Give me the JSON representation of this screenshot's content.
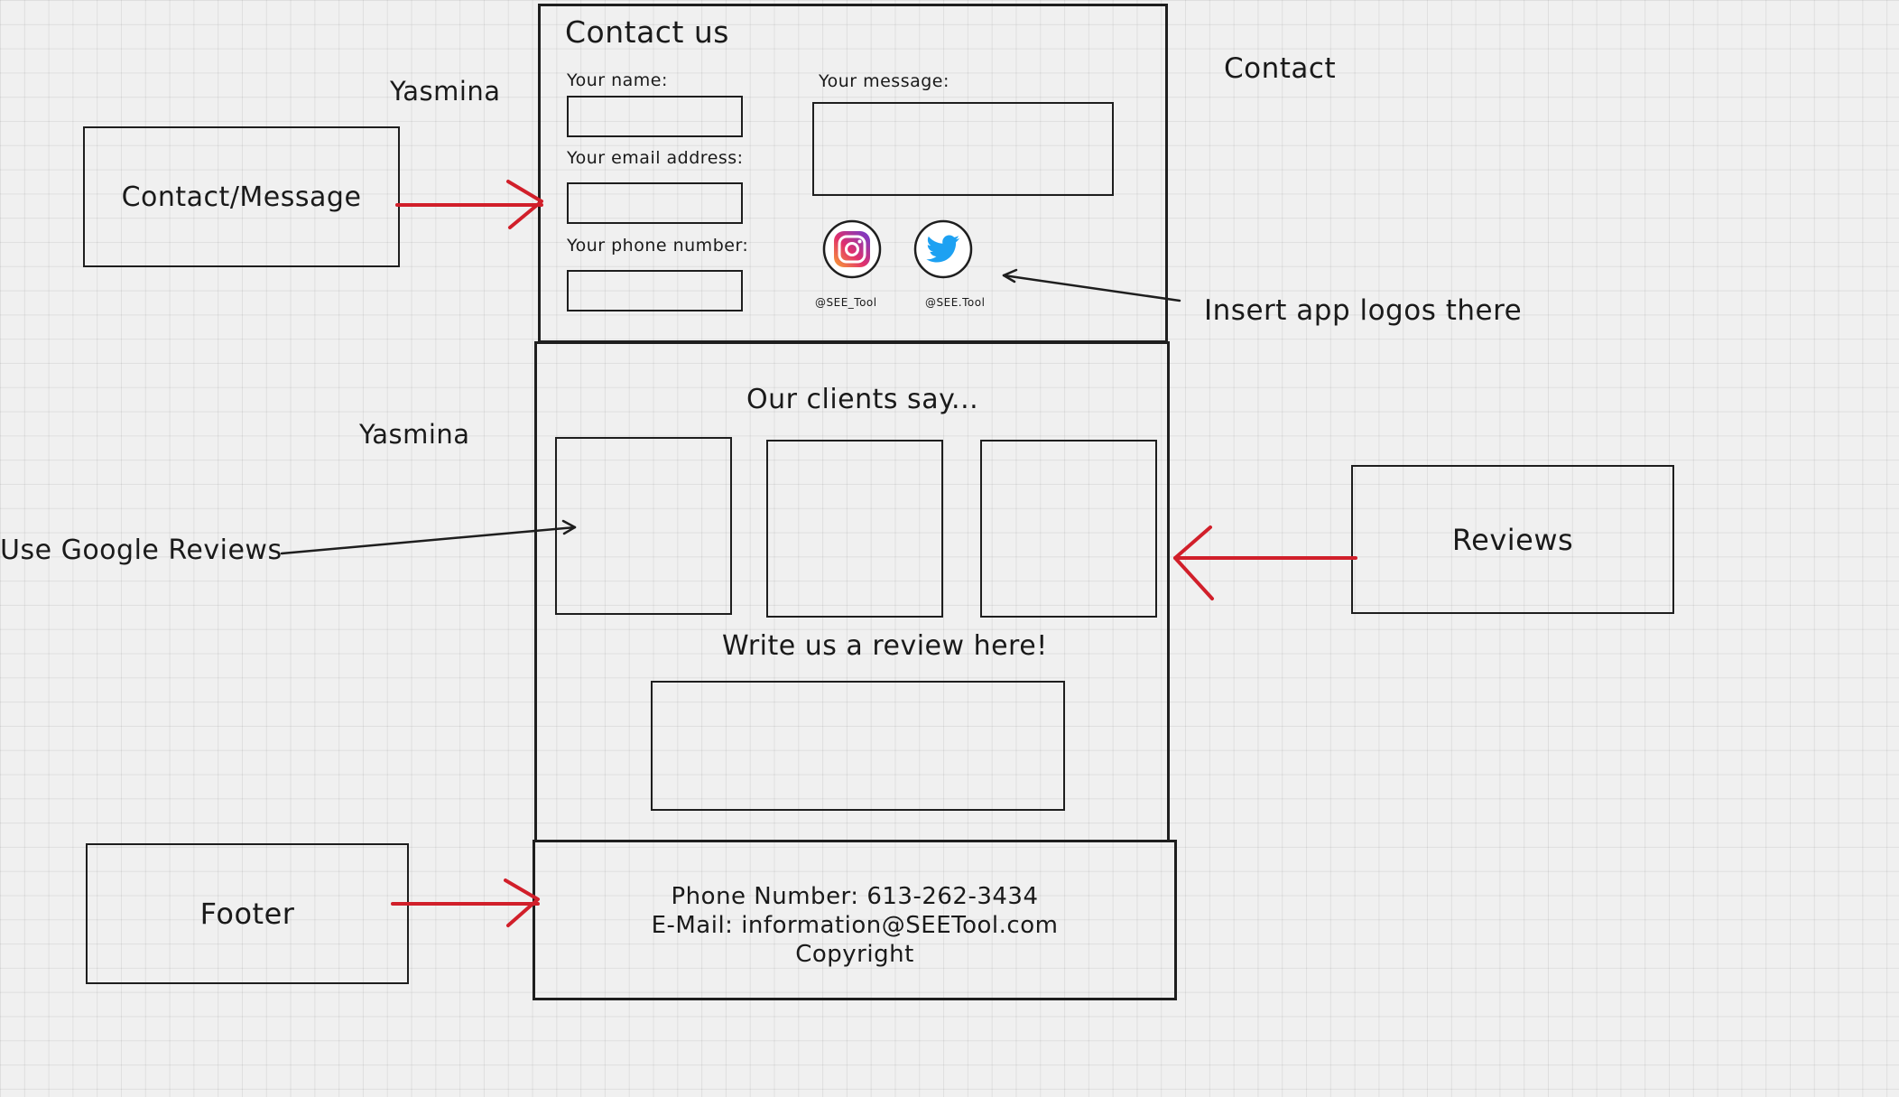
{
  "side_notes": {
    "yasmina_top": "Yasmina",
    "yasmina_mid": "Yasmina",
    "contact_heading": "Contact",
    "contact_message_box": "Contact/Message",
    "insert_logos_note": "Insert app logos there",
    "google_reviews_note": "Use Google Reviews",
    "reviews_box": "Reviews",
    "footer_box": "Footer"
  },
  "contact": {
    "title": "Contact us",
    "name_label": "Your name:",
    "email_label": "Your email address:",
    "phone_label": "Your phone number:",
    "message_label": "Your message:",
    "instagram_handle": "@SEE_Tool",
    "twitter_handle": "@SEE.Tool"
  },
  "reviews": {
    "title": "Our clients say...",
    "write_prompt": "Write us a review here!"
  },
  "footer": {
    "phone": "Phone Number: 613-262-3434",
    "email": "E-Mail: information@SEETool.com",
    "copyright": "Copyright"
  },
  "colors": {
    "annotation_arrow": "#d11f2a",
    "ink": "#1e1e1e",
    "twitter_blue": "#1da1f2"
  }
}
